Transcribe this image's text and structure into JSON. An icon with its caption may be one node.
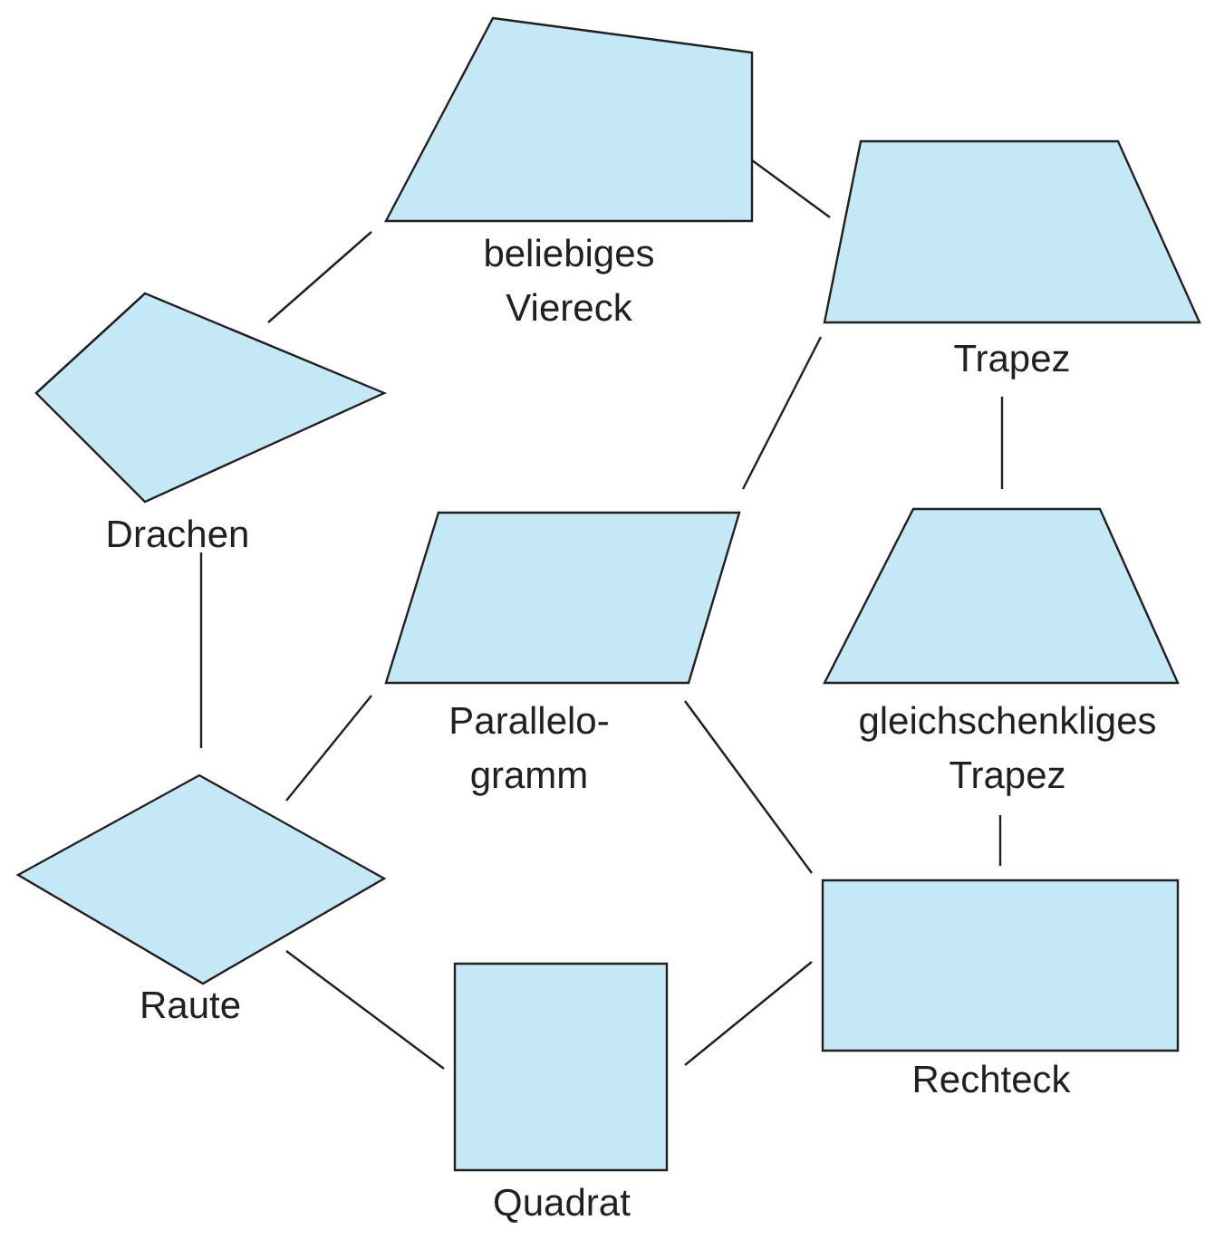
{
  "diagram": {
    "nodes": [
      {
        "text": [
          "beliebiges Viereck"
        ]
      },
      {
        "text": [
          "Trapez"
        ]
      },
      {
        "text": [
          "Drachen"
        ]
      },
      {
        "text": [
          "Parallelo- gramm"
        ]
      },
      {
        "text": [
          "gleichschenkliges Trapez"
        ]
      },
      {
        "text": [
          "Raute"
        ]
      },
      {
        "text": [
          "Rechteck"
        ]
      },
      {
        "text": [
          "Quadrat"
        ]
      }
    ],
    "edges": [
      {
        "from": 0,
        "to": 2,
        "arrow": "none"
      },
      {
        "from": 0,
        "to": 1,
        "arrow": "none"
      },
      {
        "from": 1,
        "to": 3,
        "arrow": "none"
      },
      {
        "from": 1,
        "to": 4,
        "arrow": "none"
      },
      {
        "from": 2,
        "to": 5,
        "arrow": "none"
      },
      {
        "from": 3,
        "to": 5,
        "arrow": "none"
      },
      {
        "from": 3,
        "to": 6,
        "arrow": "none"
      },
      {
        "from": 4,
        "to": 6,
        "arrow": "none"
      },
      {
        "from": 5,
        "to": 7,
        "arrow": "none"
      },
      {
        "from": 6,
        "to": 7,
        "arrow": "none"
      }
    ]
  }
}
